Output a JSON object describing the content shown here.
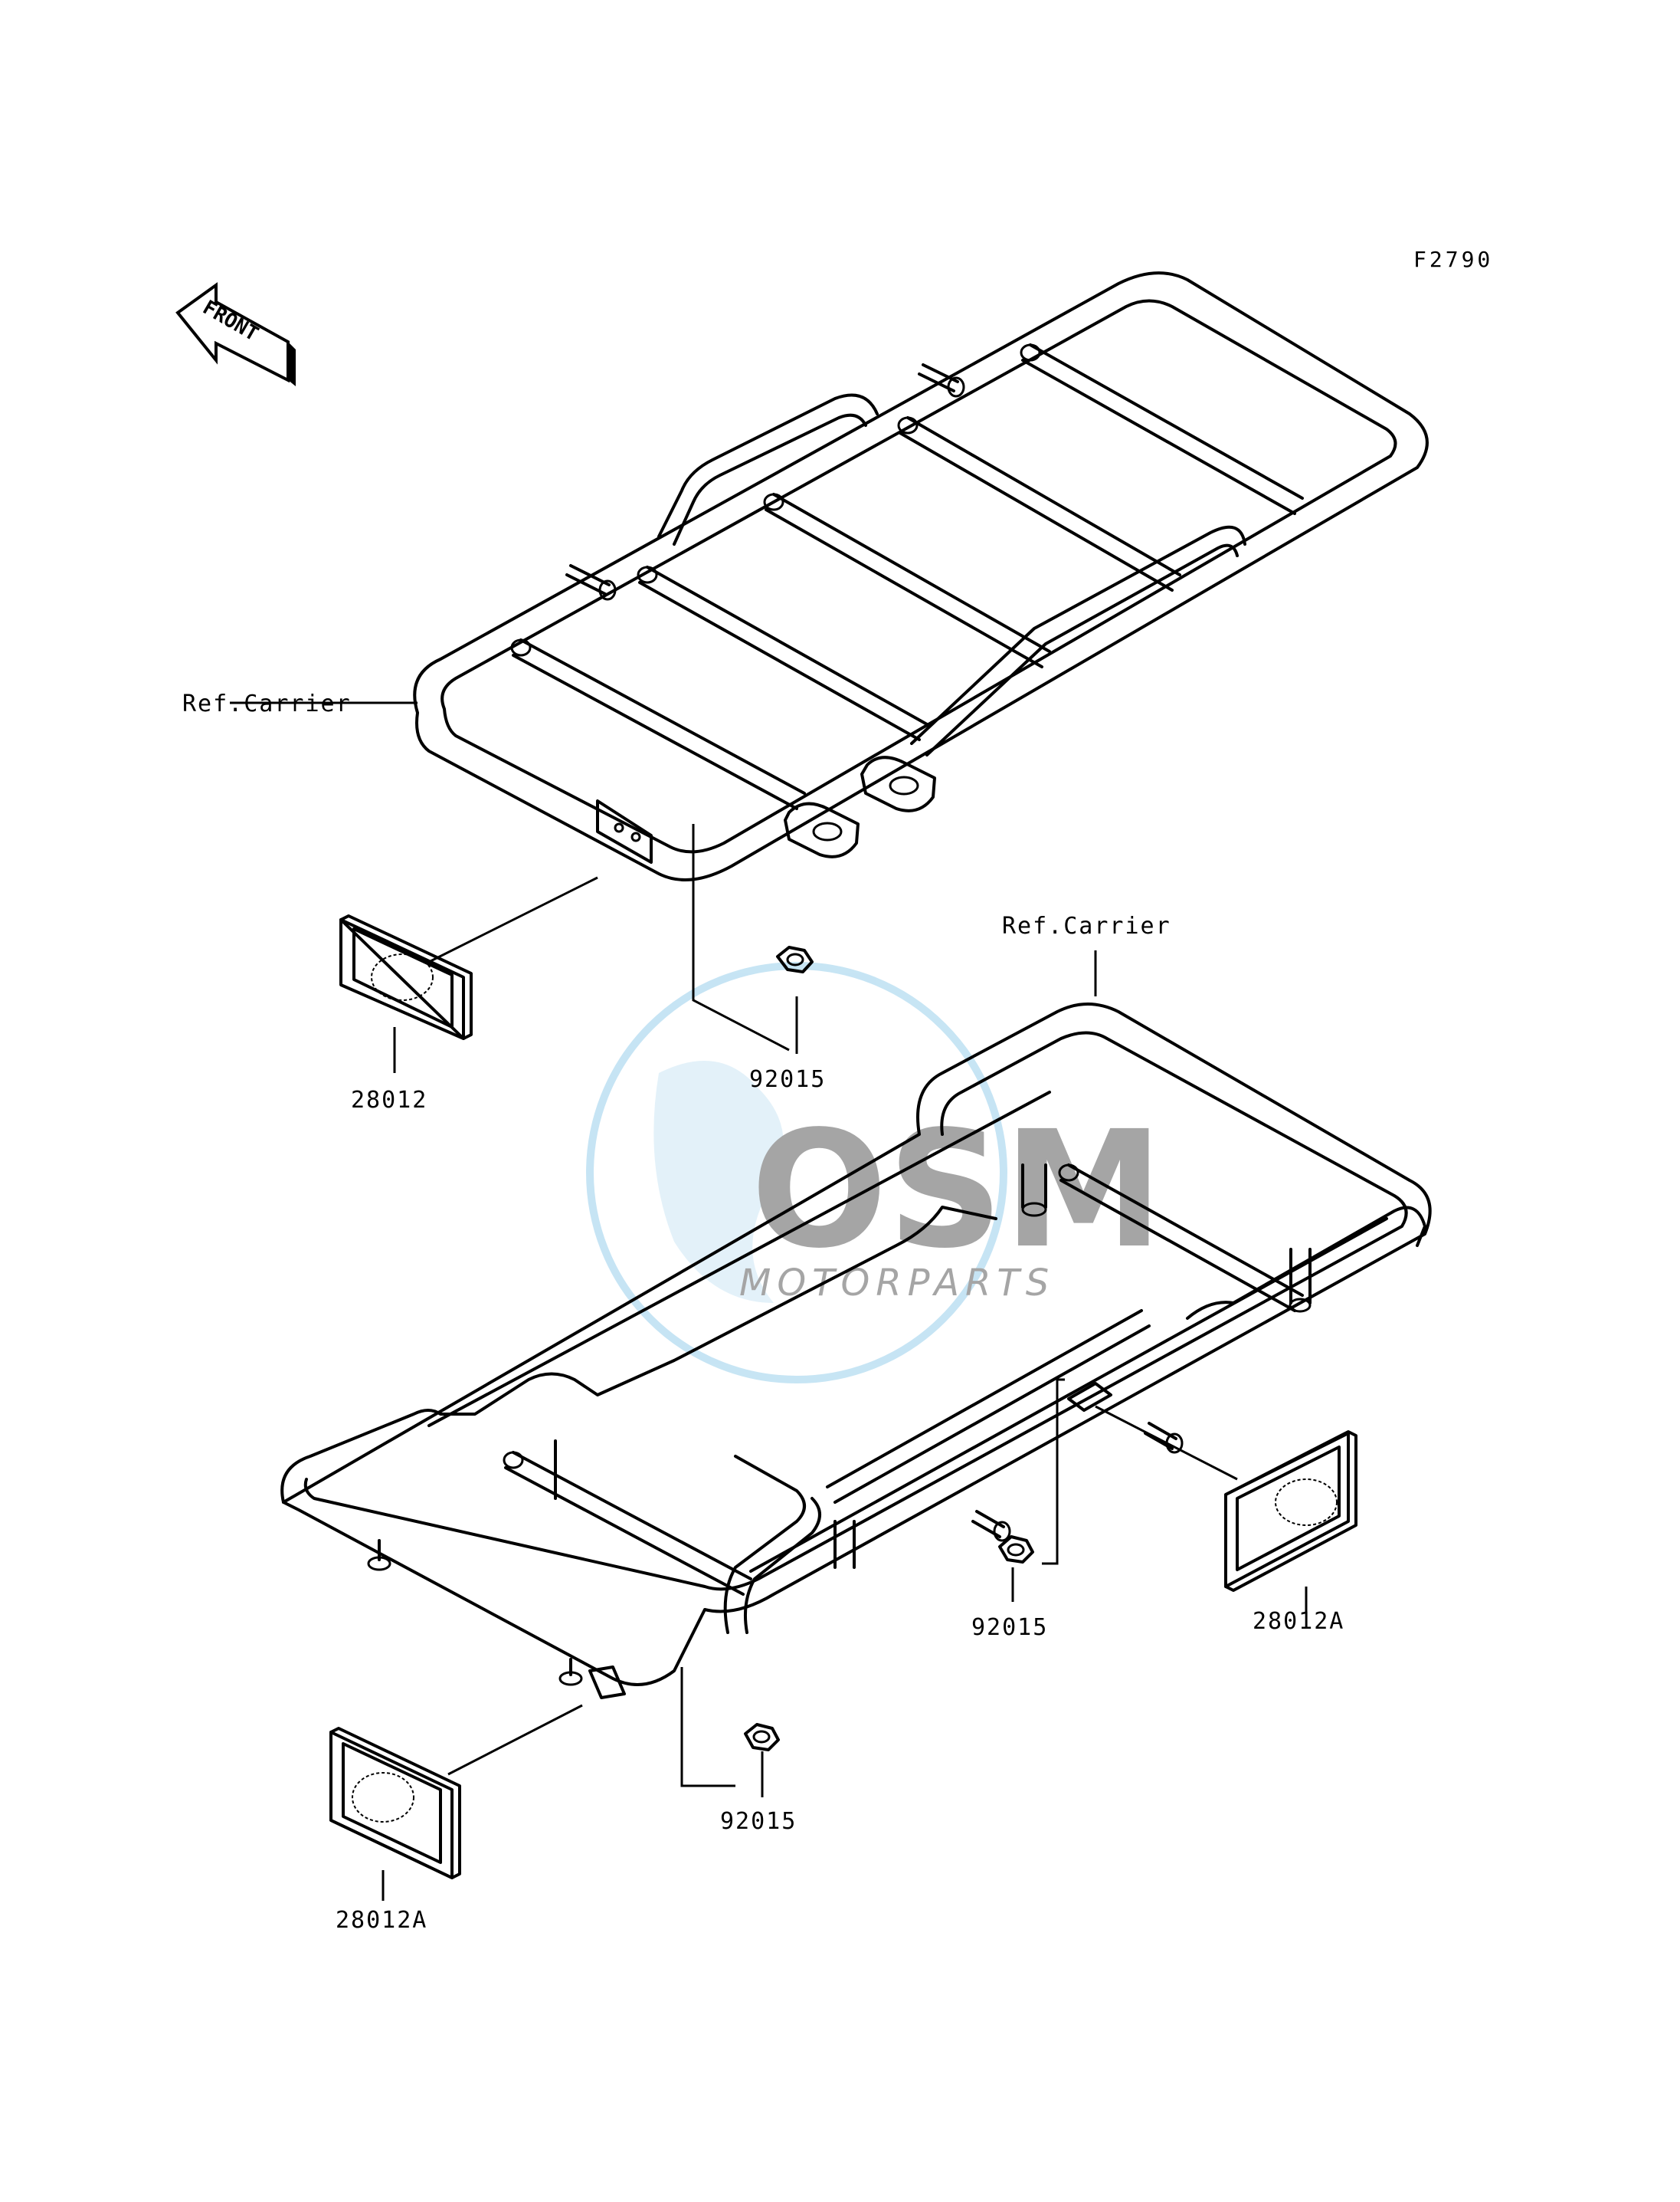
{
  "diagram": {
    "code": "F2790",
    "front_label": "FRONT",
    "labels": {
      "ref_carrier_front": "Ref.Carrier",
      "ref_carrier_rear": "Ref.Carrier",
      "reflector_front": "28012",
      "reflector_rear_right": "28012A",
      "reflector_rear_left": "28012A",
      "nut_front": "92015",
      "nut_rear_right": "92015",
      "nut_rear_left": "92015"
    }
  },
  "watermark": {
    "brand": "OSM",
    "sub": "MOTORPARTS",
    "color": "#5fb4e0"
  }
}
